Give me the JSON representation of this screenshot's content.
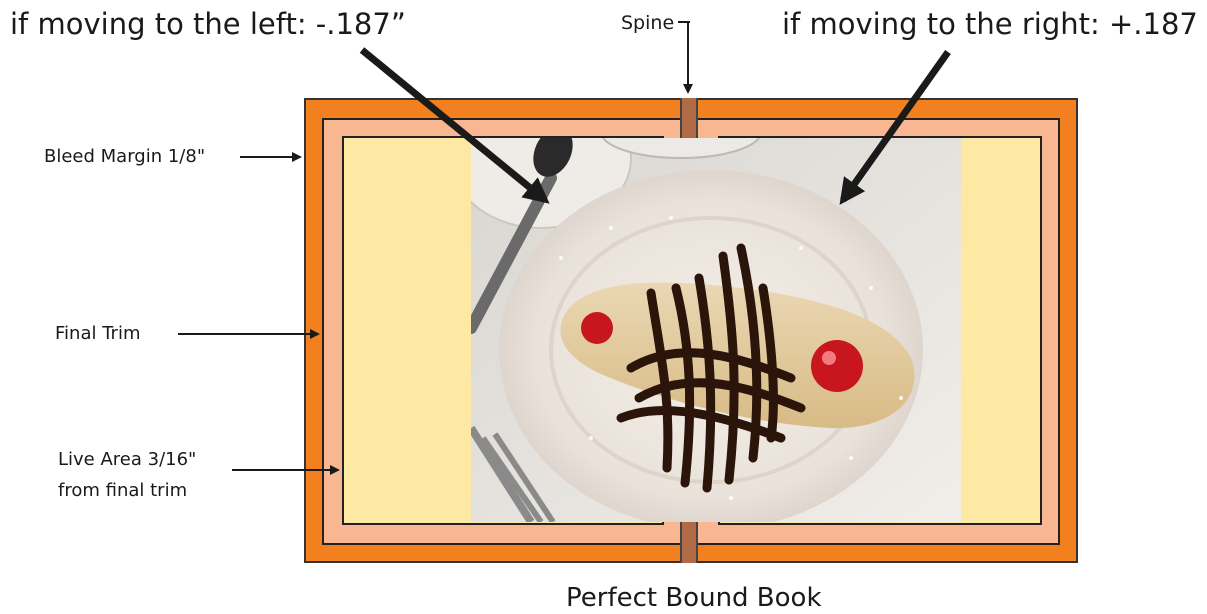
{
  "labels": {
    "left_move": "if moving to the left:  -.187”",
    "right_move": "if moving to the right: +.187",
    "spine": "Spine",
    "bleed": "Bleed Margin 1/8\"",
    "final_trim": "Final Trim",
    "live_line1": "Live Area 3/16\"",
    "live_line2": "from final trim",
    "caption": "Perfect Bound Book"
  },
  "photo": {
    "subject": "cannoli with chocolate drizzle on a white plate"
  },
  "colors": {
    "cover": "#f2801f",
    "bleed_area": "#f9b791",
    "spine": "#b06a45",
    "live_area": "#fde9a3",
    "arrow": "#1a1a1a"
  }
}
